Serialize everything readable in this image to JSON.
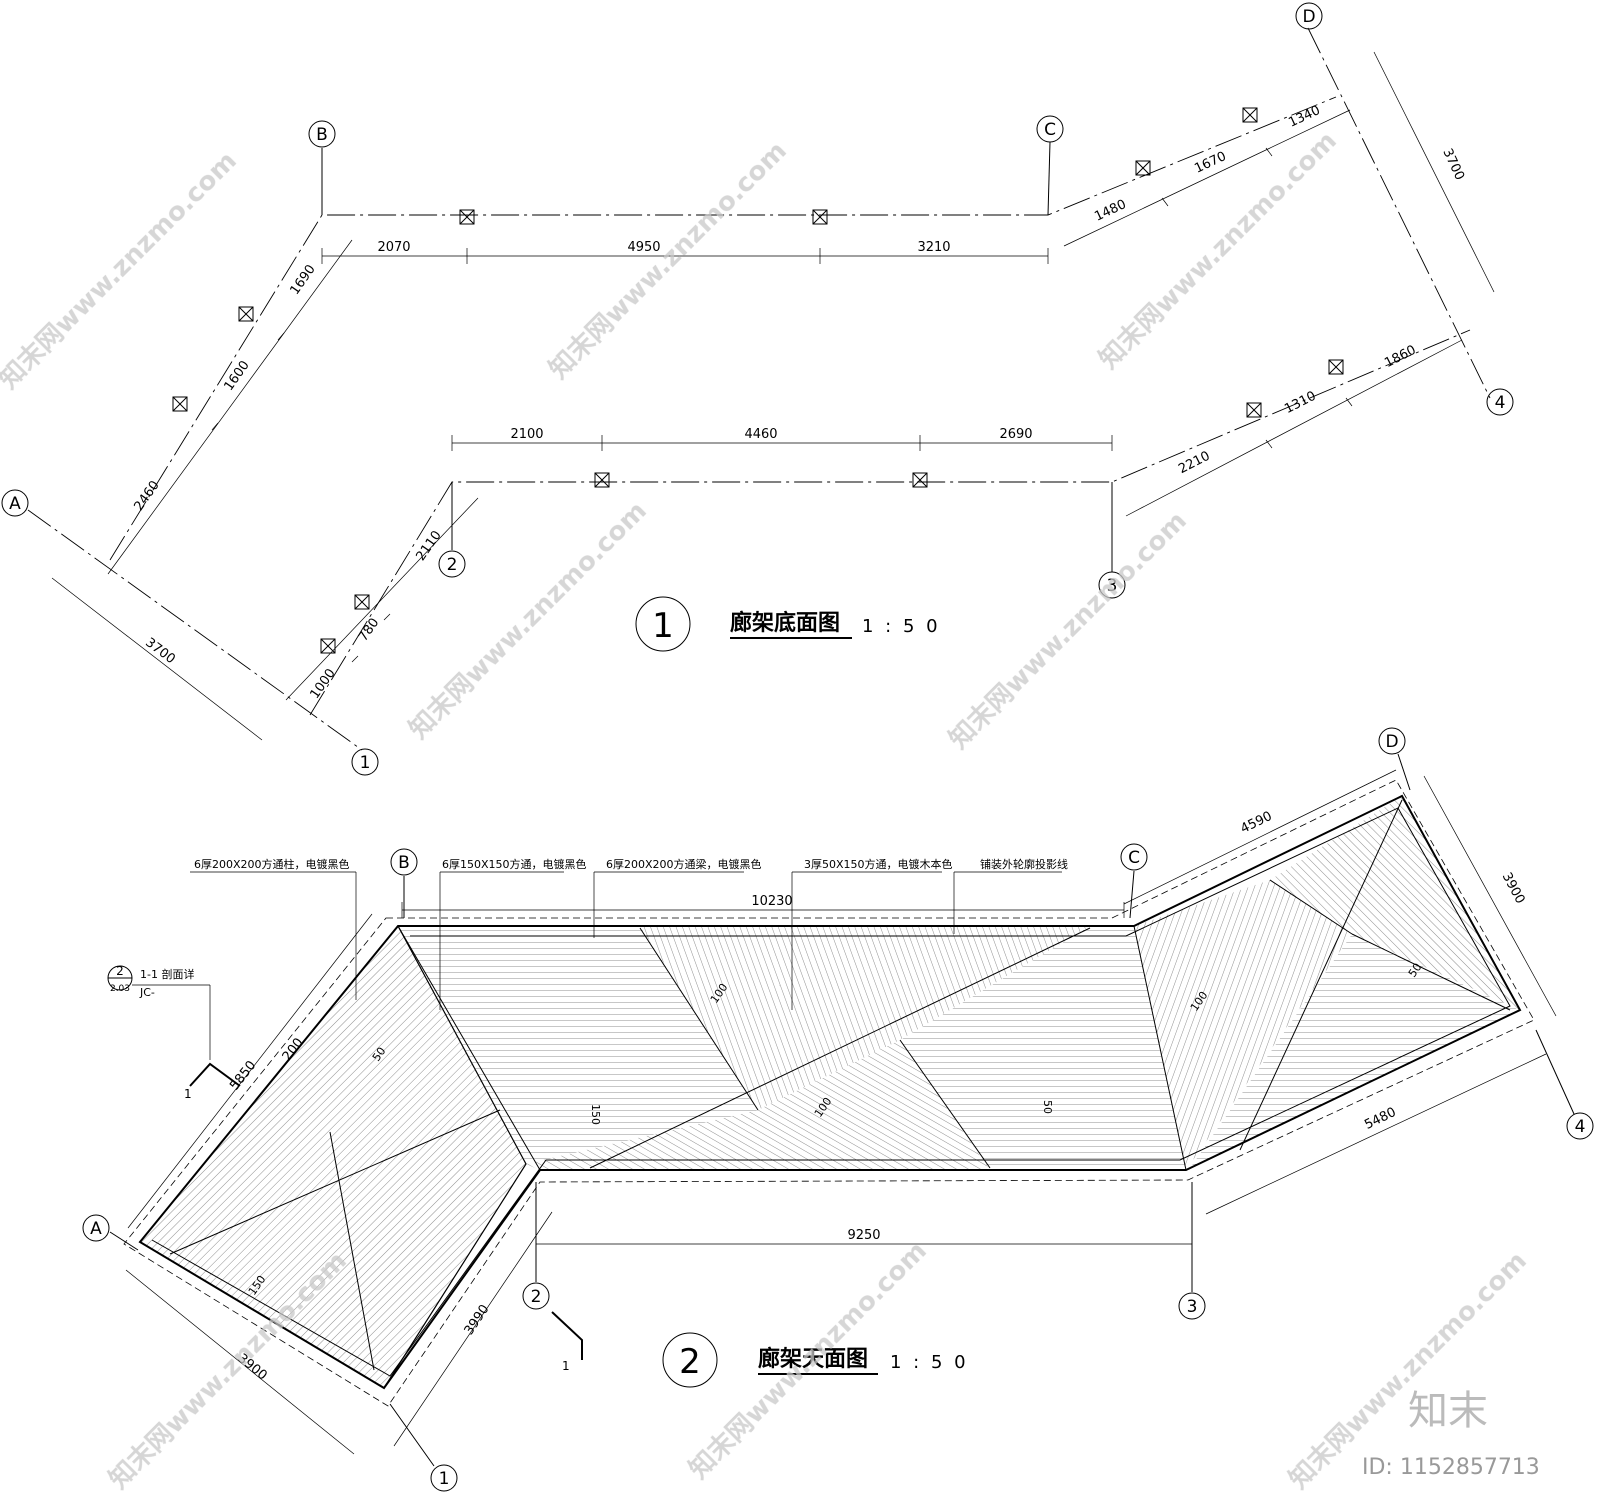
{
  "plan1": {
    "title": "廊架底面图",
    "scale": "1 : 5 0",
    "number": "1",
    "axes": {
      "A": "A",
      "B": "B",
      "C": "C",
      "D": "D",
      "n1": "1",
      "n2": "2",
      "n3": "3",
      "n4": "4"
    },
    "dims": {
      "top_left": "2070",
      "top_mid": "4950",
      "top_right": "3210",
      "left_top": "1690",
      "left_mid": "1600",
      "left_bottom": "2460",
      "left_end": "3700",
      "inner_a": "2110",
      "inner_b": "780",
      "inner_c": "1000",
      "bottom_left": "2100",
      "bottom_mid": "4460",
      "bottom_right": "2690",
      "right_top_a": "1480",
      "right_top_b": "1670",
      "right_top_c": "1340",
      "right_end": "3700",
      "right_bot_a": "2210",
      "right_bot_b": "1310",
      "right_bot_c": "1860"
    }
  },
  "plan2": {
    "title": "廊架天面图",
    "scale": "1 : 5 0",
    "number": "2",
    "axes": {
      "A": "A",
      "B": "B",
      "C": "C",
      "D": "D",
      "n1": "1",
      "n2": "2",
      "n3": "3",
      "n4": "4"
    },
    "notes": {
      "column": "6厚200X200方通柱，电镀黑色",
      "beam150": "6厚150X150方通，电镀黑色",
      "beam200": "6厚200X200方通梁，电镀黑色",
      "slat": "3厚50X150方通，电镀木本色",
      "outline": "铺装外轮廓投影线"
    },
    "section": {
      "num": "2",
      "sheet": "2.03",
      "label": "1-1 剖面详",
      "code": "JC-",
      "mark": "1"
    },
    "dims": {
      "top": "10230",
      "bottom": "9250",
      "left_outer": "5850",
      "left_inner": "200",
      "left_end": "3900",
      "left_inner_end": "3990",
      "right_top": "4590",
      "right_end": "3900",
      "right_bottom": "5480"
    },
    "slat_labels": [
      "50",
      "100",
      "150"
    ]
  },
  "watermark": {
    "site": "知末网www.znzmo.com",
    "brand": "知末",
    "id": "ID: 1152857713"
  }
}
